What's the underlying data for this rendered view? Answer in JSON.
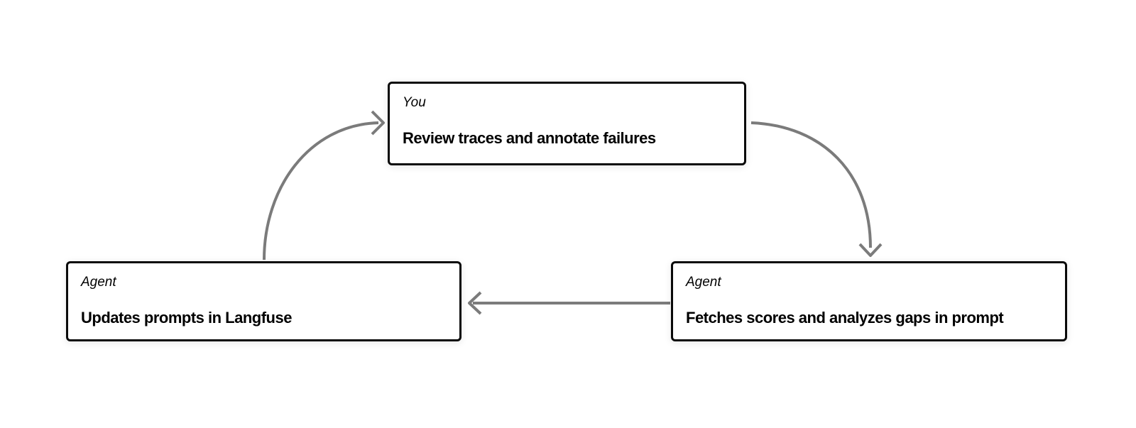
{
  "diagram": {
    "colors": {
      "arrow": "#7b7b7b",
      "node_border": "#0a0a0a",
      "node_background": "#ffffff",
      "page_background": "#ffffff",
      "text": "#000000"
    },
    "nodes": [
      {
        "id": "review-traces",
        "actor": "You",
        "action": "Review traces and annotate failures"
      },
      {
        "id": "fetch-scores",
        "actor": "Agent",
        "action": "Fetches scores and analyzes gaps in prompt"
      },
      {
        "id": "update-prompts",
        "actor": "Agent",
        "action": "Updates prompts in Langfuse"
      }
    ],
    "edges": [
      {
        "from": "update-prompts",
        "to": "review-traces"
      },
      {
        "from": "review-traces",
        "to": "fetch-scores"
      },
      {
        "from": "fetch-scores",
        "to": "update-prompts"
      }
    ]
  }
}
